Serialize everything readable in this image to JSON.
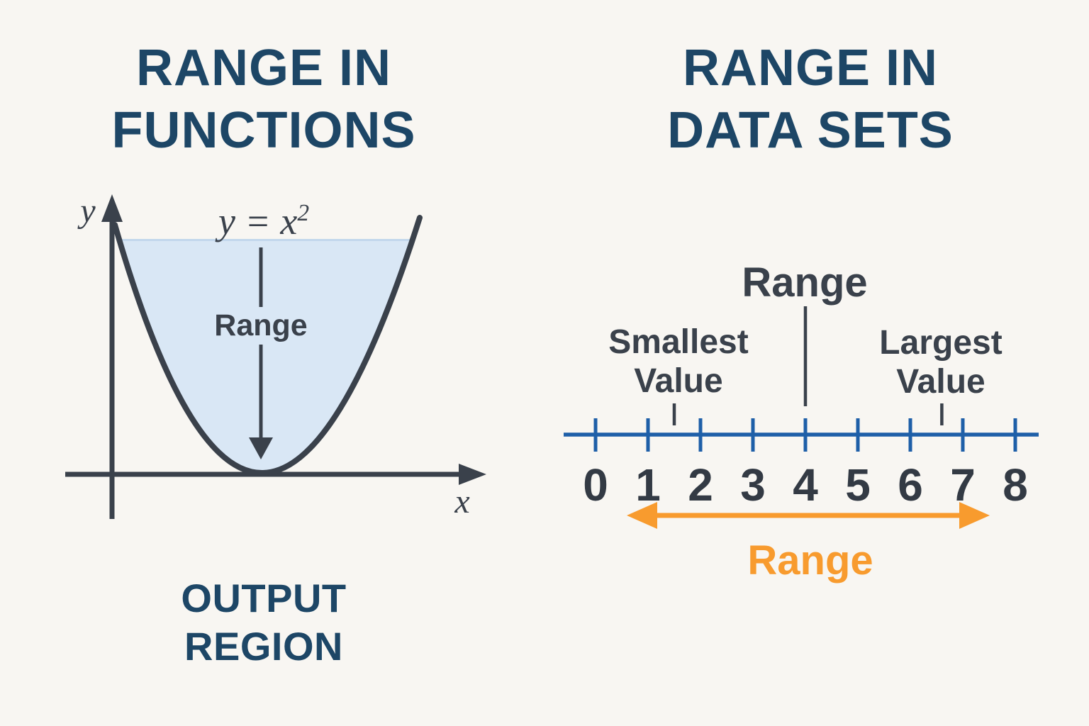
{
  "background": "#F8F6F2",
  "colors": {
    "navy_title": "#1D4666",
    "slate": "#3A414B",
    "number_text": "#333A44",
    "number_line_blue": "#1E5FA8",
    "parabola_fill": "#D9E7F5",
    "parabola_fill_edge": "#C2D7EC",
    "orange": "#F89B2E"
  },
  "left_panel": {
    "title_line1": "RANGE IN",
    "title_line2": "FUNCTIONS",
    "graph": {
      "y_axis_label": "y",
      "x_axis_label": "x",
      "formula_base": "y = x",
      "formula_exponent": "2",
      "range_label": "Range"
    },
    "caption_line1": "OUTPUT",
    "caption_line2": "REGION"
  },
  "right_panel": {
    "title_line1": "RANGE IN",
    "title_line2": "DATA SETS",
    "range_heading": "Range",
    "smallest_label_line1": "Smallest",
    "smallest_label_line2": "Value",
    "largest_label_line1": "Largest",
    "largest_label_line2": "Value",
    "range_arrow_label": "Range"
  },
  "chart_data": [
    {
      "type": "area",
      "title": "y = x²",
      "function": "y = x^2",
      "x_axis_label": "x",
      "y_axis_label": "y",
      "vertex": [
        0,
        0
      ],
      "shaded_region": "interior of parabola above vertex (output region)",
      "range_shown": "y ≥ 0",
      "annotations": [
        "Range",
        "OUTPUT REGION"
      ]
    },
    {
      "type": "line",
      "subtype": "number_line",
      "axis_values": [
        0,
        1,
        2,
        3,
        4,
        5,
        6,
        7,
        8
      ],
      "axis_range": [
        0,
        8
      ],
      "markers": [
        {
          "label": "Smallest Value",
          "value": 1.5,
          "kind": "point"
        },
        {
          "label": "Range",
          "value": 4,
          "kind": "divider"
        },
        {
          "label": "Largest Value",
          "value": 6.6,
          "kind": "point"
        }
      ],
      "range_arrow": {
        "label": "Range",
        "from": 0.6,
        "to": 7.5
      }
    }
  ]
}
